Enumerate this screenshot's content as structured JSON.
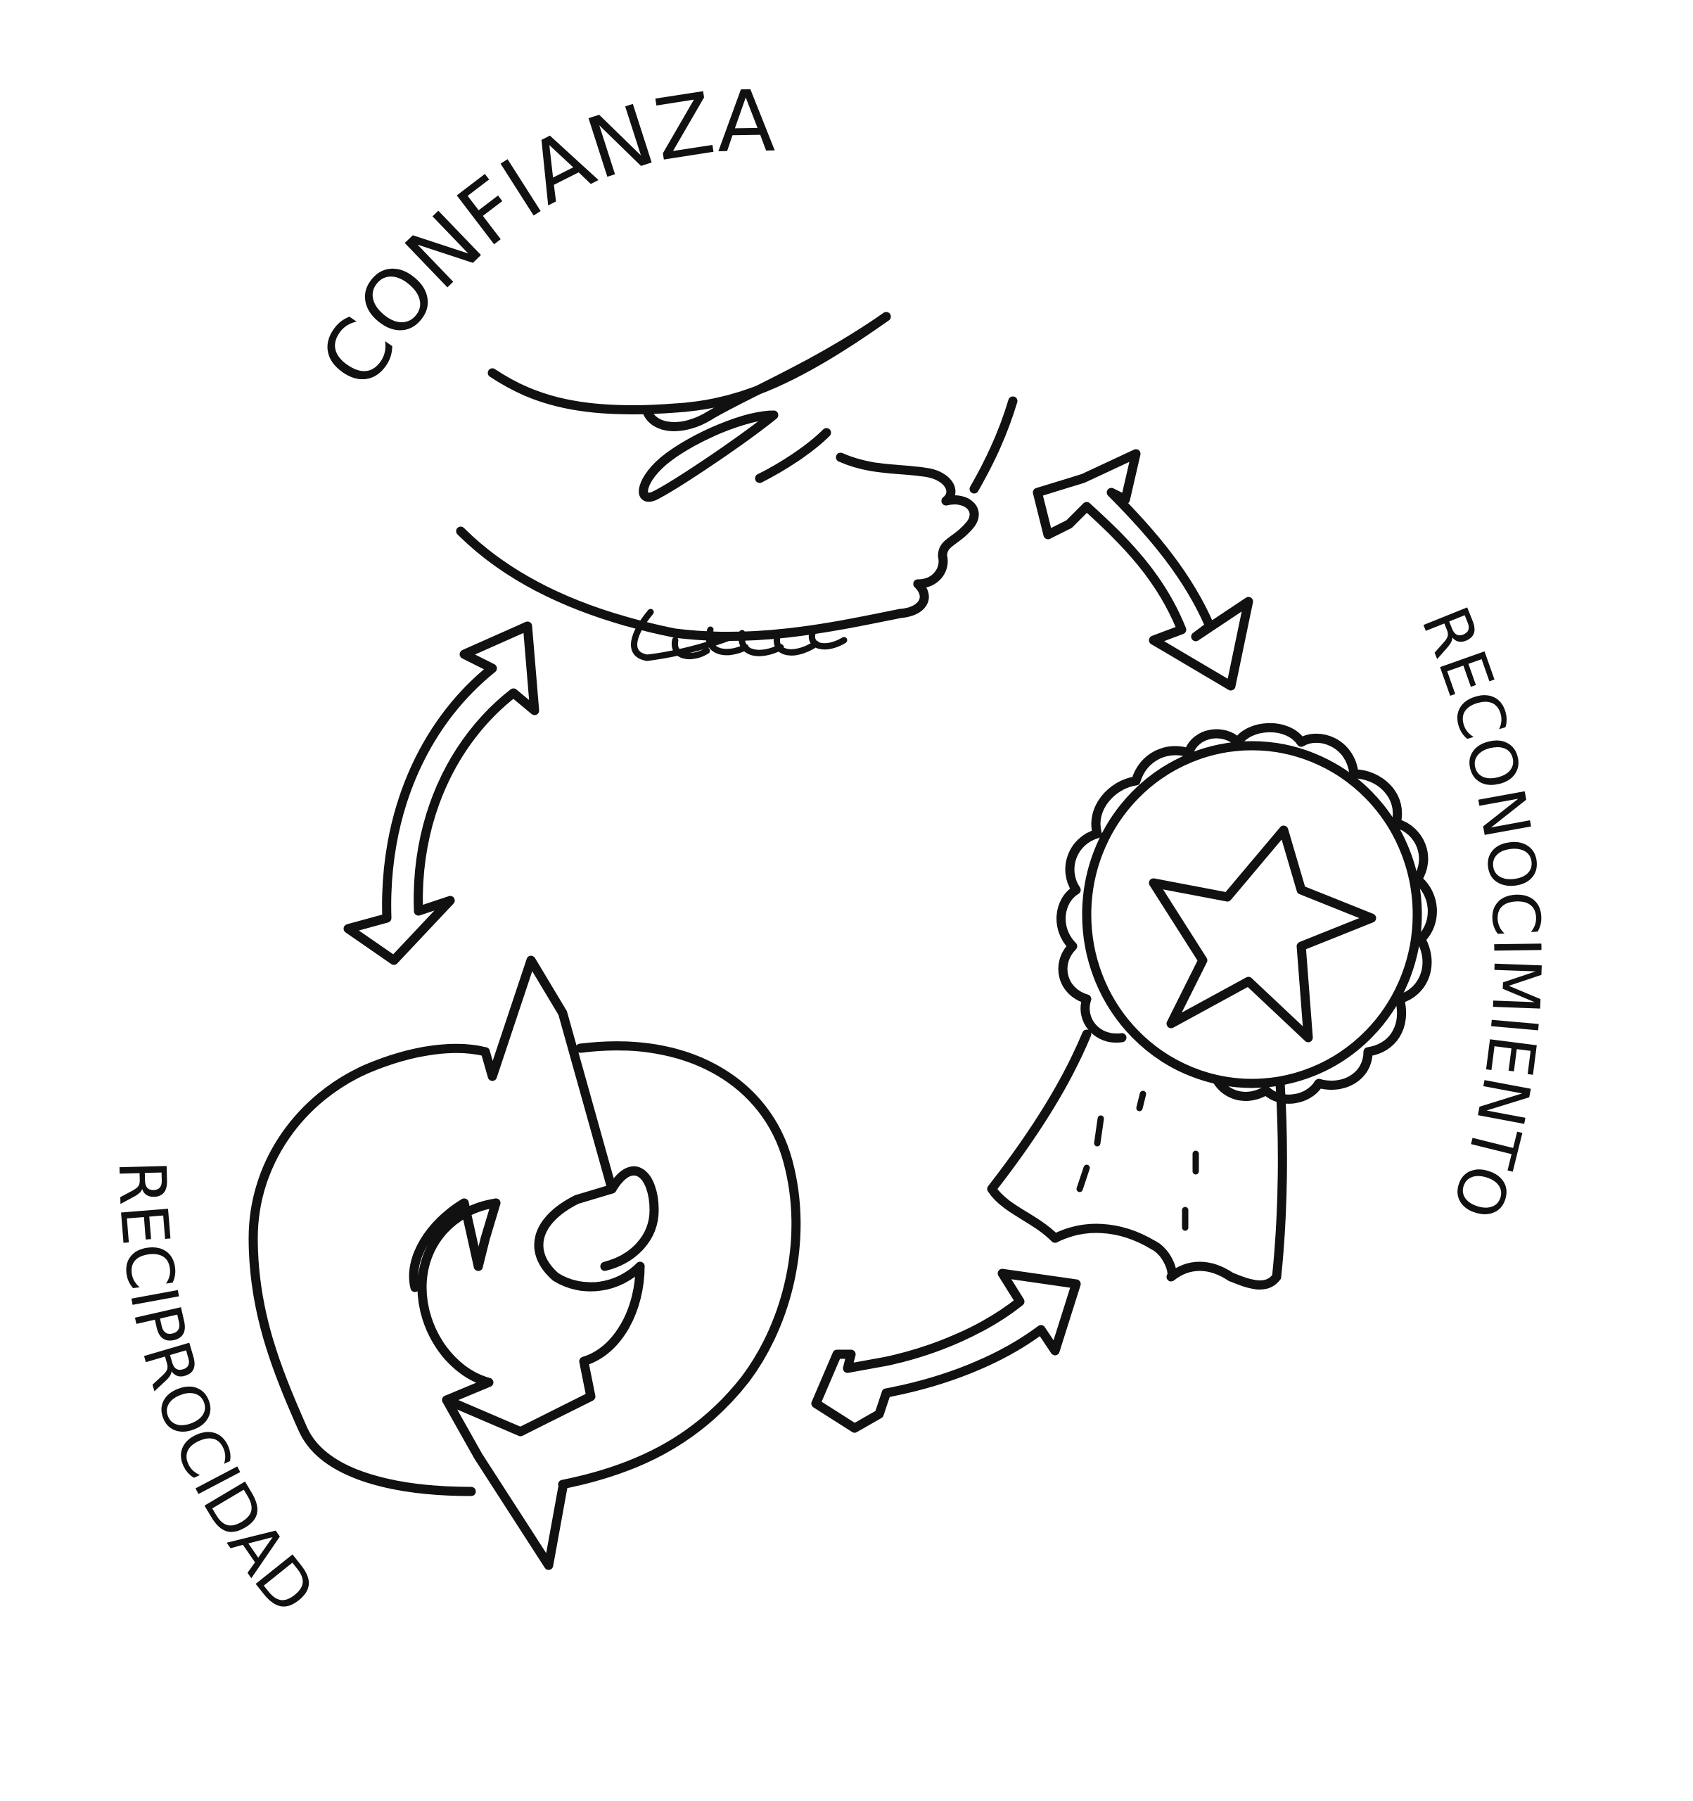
{
  "diagram": {
    "ink_color": "#111111",
    "background": "#ffffff",
    "nodes": [
      {
        "id": "confianza",
        "label": "CONFIANZA",
        "icon": "handshake-icon"
      },
      {
        "id": "reconocimiento",
        "label": "RECONOCIMIENTO",
        "icon": "award-ribbon-icon"
      },
      {
        "id": "reciprocidad",
        "label": "RECIPROCIDAD",
        "icon": "cycle-arrows-icon"
      }
    ],
    "edges": [
      {
        "from": "confianza",
        "to": "reconocimiento",
        "style": "double-arrow"
      },
      {
        "from": "reconocimiento",
        "to": "reciprocidad",
        "style": "double-arrow"
      },
      {
        "from": "reciprocidad",
        "to": "confianza",
        "style": "double-arrow"
      }
    ]
  }
}
